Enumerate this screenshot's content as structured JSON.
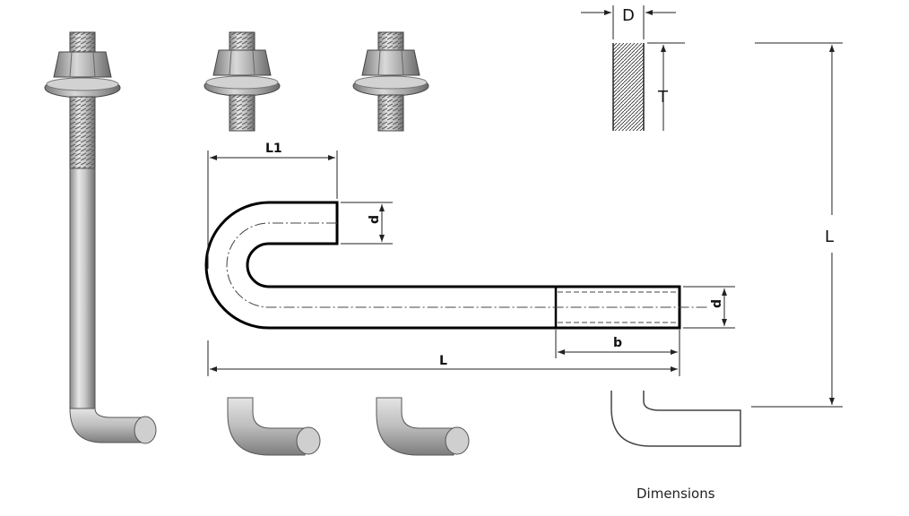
{
  "labels": {
    "L1": "L1",
    "d_top": "d",
    "d_right": "d",
    "b": "b",
    "L_horizontal": "L",
    "L_vertical": "L",
    "D": "D",
    "T": "T"
  },
  "caption": "Dimensions",
  "colors": {
    "steel_light": "#e6e6e6",
    "steel_mid": "#b8b8b8",
    "steel_dark": "#7a7a7a",
    "line": "#111111"
  }
}
